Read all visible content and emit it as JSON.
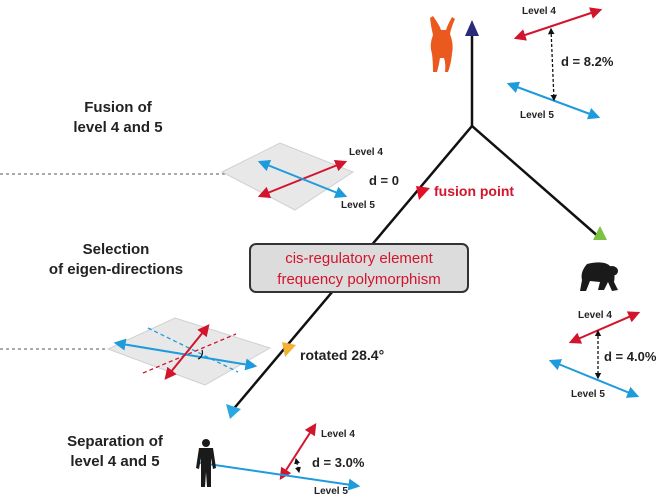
{
  "left_labels": {
    "fusion": [
      "Fusion of",
      "level 4 and 5"
    ],
    "selection": [
      "Selection",
      "of eigen-directions"
    ],
    "separation": [
      "Separation of",
      "level 4 and 5"
    ]
  },
  "tree_notes": {
    "fusion_point": "fusion point",
    "d_zero": "d = 0",
    "rotated": "rotated 28.4°"
  },
  "cre_box": {
    "line1": "cis-regulatory  element",
    "line2": "frequency polymorphism"
  },
  "planes": {
    "fusion_plane": {
      "level4": "Level 4",
      "level5": "Level 5"
    }
  },
  "species_panels": {
    "orangutan": {
      "level4": "Level 4",
      "level5": "Level 5",
      "distance": "d = 8.2%"
    },
    "chimpanzee": {
      "level4": "Level 4",
      "level5": "Level 5",
      "distance": "d = 4.0%"
    },
    "human": {
      "level4": "Level 4",
      "level5": "Level 5",
      "distance": "d = 3.0%"
    }
  },
  "colors": {
    "level4_arrow": "#d2142c",
    "level5_arrow": "#1e9bdc",
    "fusion_marker": "#e0102a",
    "orangutan_tip": "#2a2a7a",
    "chimp_tip": "#7cc242",
    "human_tip": "#2aa7e0",
    "rotation_marker": "#f2b233",
    "orangutan_icon": "#ea5a1e",
    "silhouette": "#1a1a1a"
  },
  "icons": [
    "orangutan-icon",
    "chimpanzee-icon",
    "human-icon"
  ]
}
